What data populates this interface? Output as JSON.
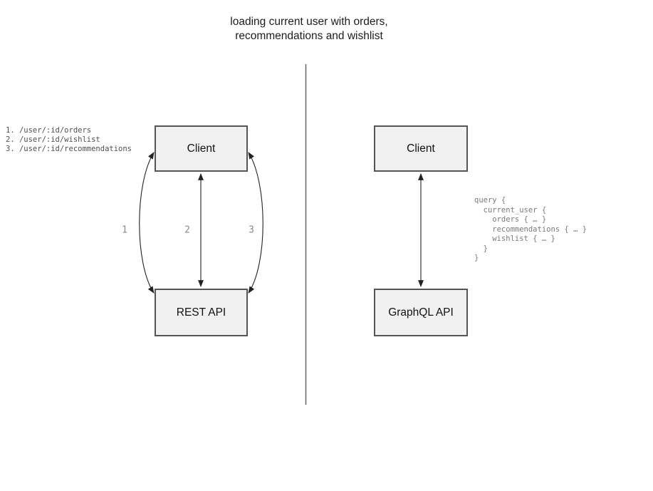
{
  "title": {
    "line1": "loading current user with orders,",
    "line2": "recommendations and wishlist"
  },
  "left_panel": {
    "endpoints": [
      "1. /user/:id/orders",
      "2. /user/:id/wishlist",
      "3. /user/:id/recommendations"
    ],
    "client_box_label": "Client",
    "api_box_label": "REST API",
    "arrow_labels": [
      "1",
      "2",
      "3"
    ]
  },
  "right_panel": {
    "client_box_label": "Client",
    "api_box_label": "GraphQL API",
    "query_lines": [
      "query {",
      "  current_user {",
      "    orders { … }",
      "    recommendations { … }",
      "    wishlist { … }",
      "  }",
      "}"
    ]
  },
  "colors": {
    "box_fill": "#f1f1f1",
    "box_border": "#555555",
    "arrow_stroke": "#222222",
    "divider_stroke": "#666666",
    "muted_text": "#8a8a8a"
  }
}
